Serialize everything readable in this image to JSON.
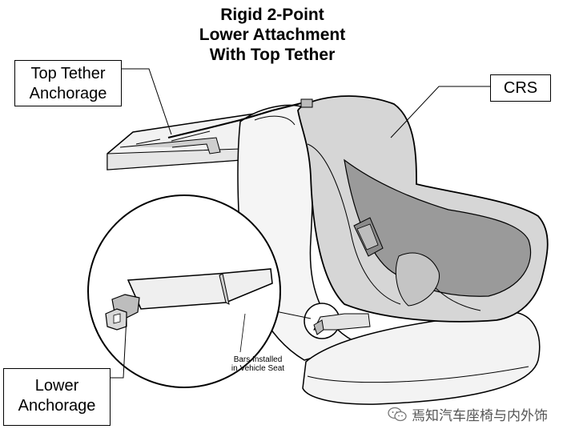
{
  "title": {
    "line1": "Rigid 2-Point",
    "line2": "Lower Attachment",
    "line3": "With Top Tether"
  },
  "callouts": {
    "top_tether_line1": "Top Tether",
    "top_tether_line2": "Anchorage",
    "crs": "CRS",
    "lower_line1": "Lower",
    "lower_line2": "Anchorage"
  },
  "annotation": {
    "bars_line1": "Bars Installed",
    "bars_line2": "in Vehicle Seat"
  },
  "watermark": {
    "text": "焉知汽车座椅与内外饰",
    "icon": "wechat-icon"
  }
}
